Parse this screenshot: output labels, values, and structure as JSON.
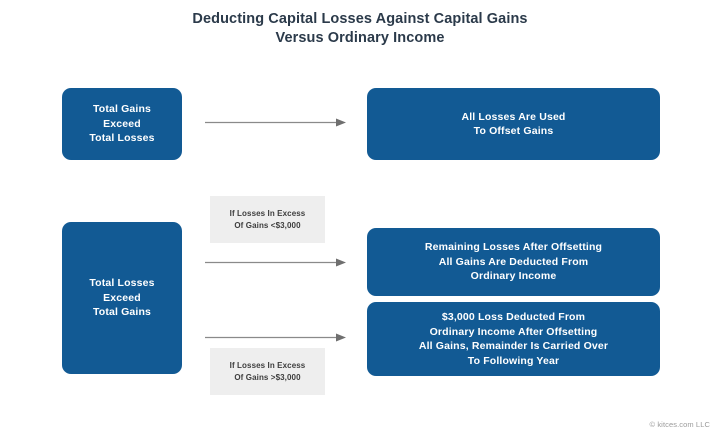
{
  "title": {
    "line1": "Deducting Capital Losses Against Capital Gains",
    "line2": "Versus Ordinary Income"
  },
  "colors": {
    "box_blue": "#125a94",
    "label_gray": "#eeeeee",
    "title_text": "#2b3a4a",
    "arrow_gray": "#8a8a8a",
    "credit_text": "#9a9a9a",
    "background": "#ffffff"
  },
  "boxes": {
    "gains_exceed_losses": {
      "line1": "Total Gains",
      "line2": "Exceed",
      "line3": "Total Losses"
    },
    "all_losses_offset": {
      "line1": "All Losses Are Used",
      "line2": "To Offset Gains"
    },
    "losses_exceed_gains": {
      "line1": "Total Losses",
      "line2": "Exceed",
      "line3": "Total Gains"
    },
    "remaining_losses": {
      "line1": "Remaining Losses After Offsetting",
      "line2": "All Gains Are Deducted From",
      "line3": "Ordinary Income"
    },
    "loss_carried_over": {
      "line1": "$3,000 Loss Deducted From",
      "line2": "Ordinary Income After Offsetting",
      "line3": "All Gains, Remainder Is Carried Over",
      "line4": "To Following Year"
    }
  },
  "labels": {
    "under_3000": {
      "line1": "If Losses In Excess",
      "line2": "Of Gains <$3,000"
    },
    "over_3000": {
      "line1": "If Losses In Excess",
      "line2": "Of Gains >$3,000"
    }
  },
  "credit": "© kitces.com LLC"
}
